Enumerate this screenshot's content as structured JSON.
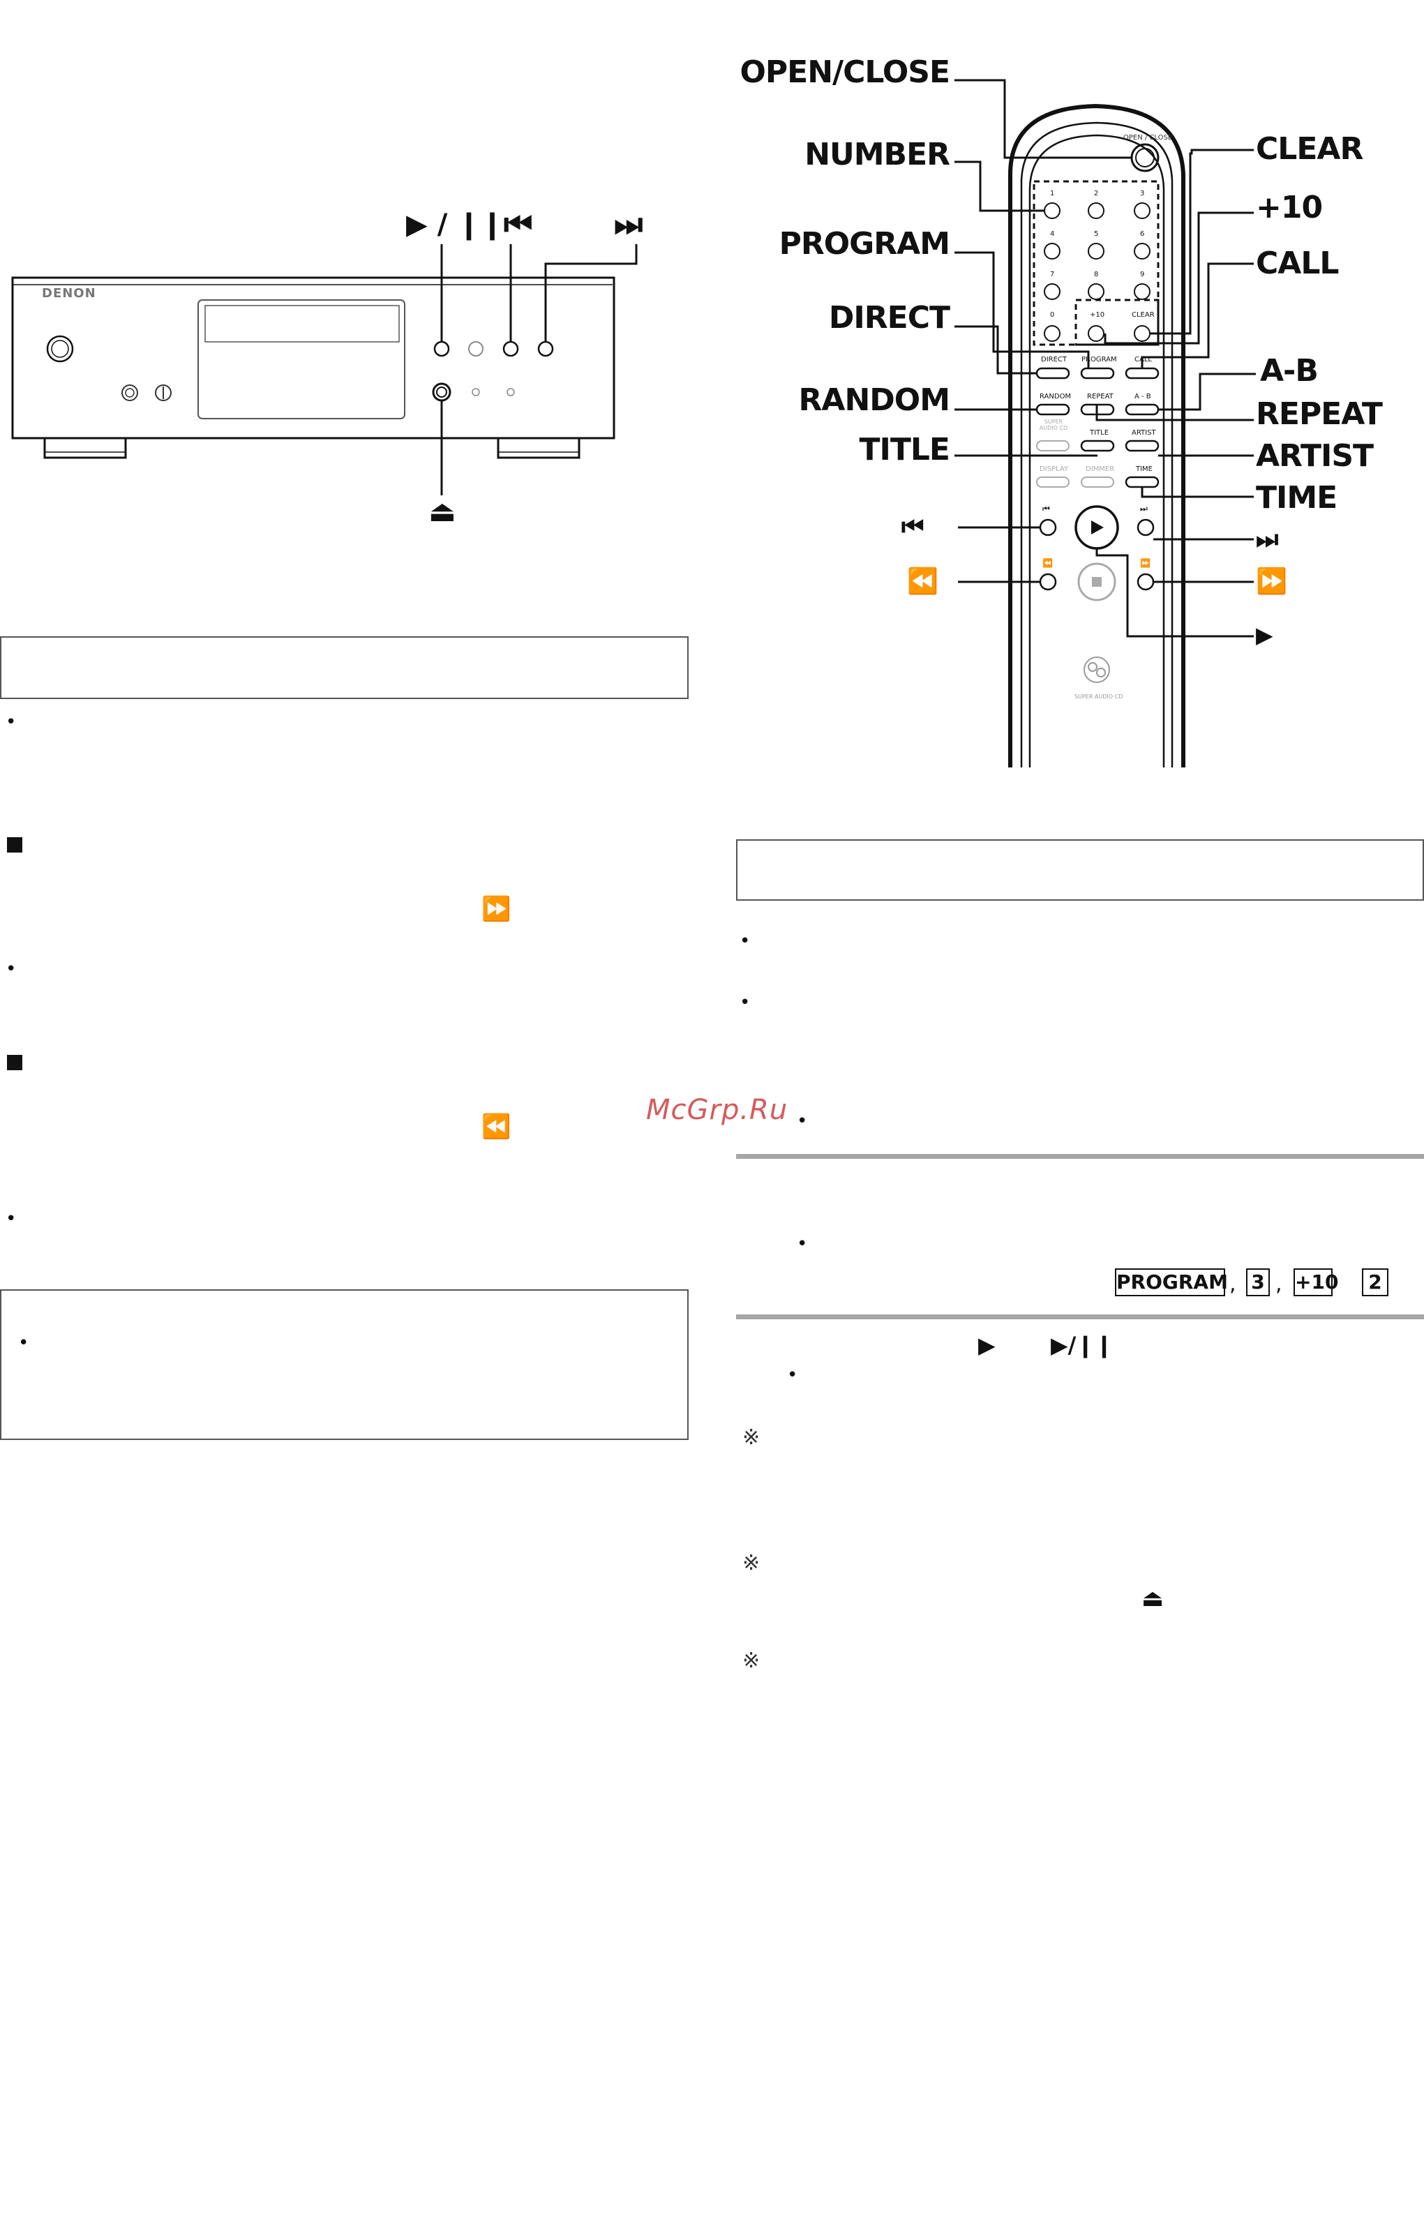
{
  "front_panel": {
    "brand": "DENON",
    "label_play_pause": "▶ / ❙❙",
    "label_prev": "⏮",
    "label_next": "⏭",
    "label_eject": "⏏"
  },
  "remote": {
    "callouts_left": [
      "OPEN/CLOSE",
      "NUMBER",
      "PROGRAM",
      "DIRECT",
      "RANDOM",
      "TITLE"
    ],
    "callouts_right": [
      "CLEAR",
      "+10",
      "CALL",
      "A-B",
      "REPEAT",
      "ARTIST",
      "TIME"
    ],
    "callout_prev": "⏮",
    "callout_rewind": "⏪",
    "callout_next": "⏭",
    "callout_fastforward": "⏩",
    "callout_play": "▶",
    "top_label": "OPEN / CLOSE",
    "number_keys": [
      "1",
      "2",
      "3",
      "4",
      "5",
      "6",
      "7",
      "8",
      "9",
      "0",
      "+10",
      "CLEAR"
    ],
    "row_a": [
      "DIRECT",
      "PROGRAM",
      "CALL"
    ],
    "row_b": [
      "RANDOM",
      "REPEAT",
      "A - B"
    ],
    "row_c": [
      "SUPER AUDIO CD",
      "TITLE",
      "ARTIST"
    ],
    "row_d": [
      "DISPLAY",
      "DIMMER",
      "TIME"
    ],
    "transport_labels": [
      "⏮",
      "⏭",
      "⏪",
      "⏩"
    ],
    "play_symbol": "▶",
    "stop_symbol": "■",
    "sacd_logo": "SUPER AUDIO CD"
  },
  "left_column": {
    "fast_forward_glyph": "⏩",
    "rewind_glyph": "⏪"
  },
  "right_column": {
    "reference_marks": [
      "※",
      "※",
      "※"
    ],
    "example_keys": [
      "PROGRAM",
      "3",
      "+10",
      "2"
    ],
    "key_separator": ",",
    "play_glyph": "▶",
    "play_pause_glyph": "▶/❙❙",
    "eject_glyph": "⏏"
  },
  "watermark": "McGrp.Ru"
}
